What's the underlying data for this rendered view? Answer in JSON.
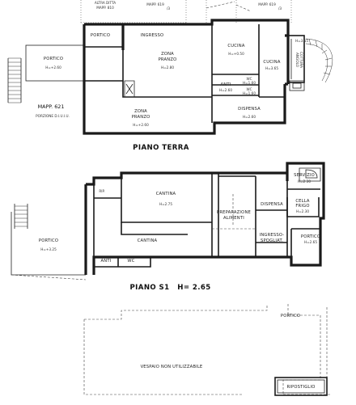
{
  "ground": {
    "title": "PIANO TERRA",
    "top_labels": {
      "altra_ditta_1": "ALTRA DITTA",
      "altra_ditta_2": "MAPP. 810",
      "mapp_619_a": "MAPP. 619",
      "mapp_619_b": "MAPP. 619",
      "fraction": "/3"
    },
    "rooms": {
      "portico_top": "PORTICO",
      "portico_left": "PORTICO",
      "portico_left_h": "H=+2.60",
      "ingresso": "INGRESSO",
      "zona_pranzo_1": "ZONA",
      "zona_pranzo_1b": "PRANZO",
      "zona_pranzo_1_h": "H=2.80",
      "cucina": "CUCINA",
      "cucina_h": "H=+0.50",
      "cucina_r": "CUCINA",
      "cucina_r_h": "H=3.65",
      "angolo_1": "ANGOLO",
      "angolo_2": "COTTURA",
      "h355": "H=3.55",
      "wc1": "WC",
      "wc1_h": "H=1.60",
      "anti": "ANTI",
      "anti_h": "H=2.60",
      "wc2": "WC",
      "wc2_h": "H=1.60",
      "zona_pranzo_2": "ZONA",
      "zona_pranzo_2b": "PRANZO",
      "zona_pranzo_2_h": "H=+2.60",
      "dispensa": "DISPENSA",
      "dispensa_h": "H=2.60"
    },
    "mapp_621": "MAPP. 621",
    "porzione": "PORZIONE D.I.U.I.U."
  },
  "basement": {
    "title_main": "PIANO S1",
    "title_h": "H= 2.65",
    "rooms": {
      "rip": "RIP.",
      "cantina_top": "CANTINA",
      "cantina_top_h": "H=2.75",
      "prep_1": "PREPARAZIONE",
      "prep_2": "ALIMENTI",
      "servizio": "SERVIZIO",
      "servizio_h": "H=2.30",
      "dispensa": "DISPENSA",
      "cella_1": "CELLA",
      "cella_2": "FRIGO",
      "cella_h": "H=2.30",
      "portico_left": "PORTICO",
      "portico_left_h": "H=+3.25",
      "cantina": "CANTINA",
      "ingresso_1": "INGRESSO-",
      "ingresso_2": "SPOGLIAT.",
      "portico_right": "PORTICO",
      "portico_right_h": "H=2.65",
      "anti": "ANTI",
      "wc": "WC"
    }
  },
  "roof": {
    "portico": "PORTICO",
    "vespaio": "VESPAIO NON UTILIZZABILE",
    "ripostiglio": "RIPOSTIGLIO"
  }
}
